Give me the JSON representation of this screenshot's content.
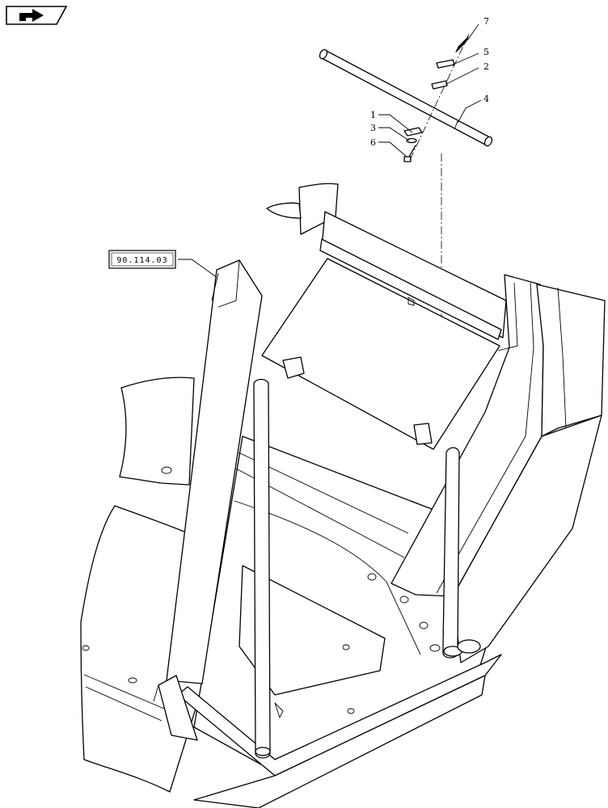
{
  "navigation": {
    "icon": "arrow-right-icon"
  },
  "reference_label": "90.114.03",
  "callouts": [
    {
      "number": "7"
    },
    {
      "number": "5"
    },
    {
      "number": "2"
    },
    {
      "number": "4"
    },
    {
      "number": "1"
    },
    {
      "number": "3"
    },
    {
      "number": "6"
    }
  ],
  "colors": {
    "line": "#000000",
    "background": "#ffffff"
  }
}
